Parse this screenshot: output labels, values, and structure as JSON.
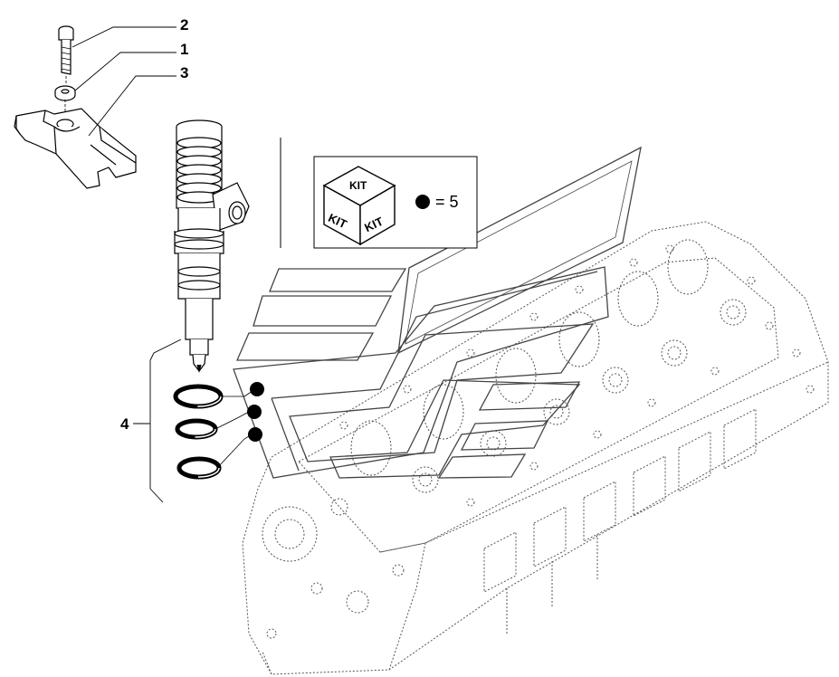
{
  "callouts": {
    "screw": "2",
    "washer": "1",
    "bracket": "3",
    "seal_kit": "4"
  },
  "kit_legend": {
    "face_top": "KIT",
    "face_left": "KIT",
    "face_right": "KIT",
    "quantity": "= 5"
  }
}
